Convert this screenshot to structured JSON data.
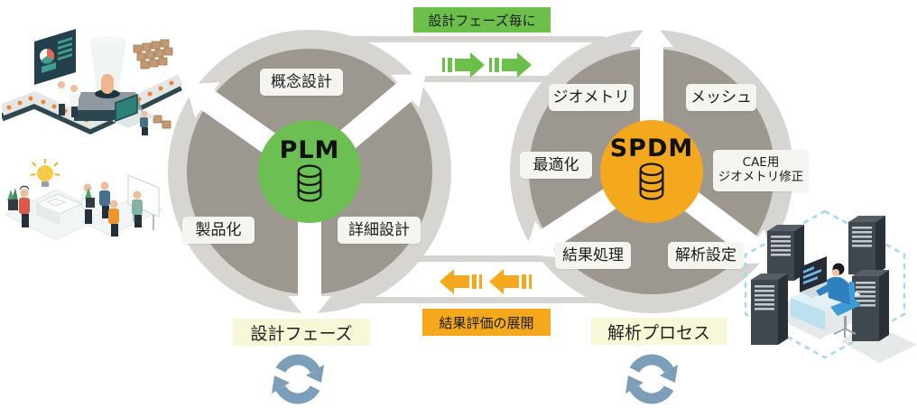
{
  "plm": {
    "center_label": "PLM",
    "center_color": "#6CBF52",
    "center_icon": "database-icon",
    "phases": [
      {
        "label": "概念設計",
        "position": "top"
      },
      {
        "label": "製品化",
        "position": "bottom-left"
      },
      {
        "label": "詳細設計",
        "position": "bottom-right"
      }
    ],
    "caption": "設計フェーズ",
    "caption_icon": "cycle-icon"
  },
  "spdm": {
    "center_label": "SPDM",
    "center_color": "#F3A81D",
    "center_icon": "database-icon",
    "phases": [
      {
        "label": "ジオメトリ",
        "position": "top-left"
      },
      {
        "label": "メッシュ",
        "position": "top-right"
      },
      {
        "label": "最適化",
        "position": "left"
      },
      {
        "label": "CAE用 ジオメトリ修正",
        "label_line1": "CAE用",
        "label_line2": "ジオメトリ修正",
        "position": "right"
      },
      {
        "label": "結果処理",
        "position": "bottom-left"
      },
      {
        "label": "解析設定",
        "position": "bottom-right"
      }
    ],
    "caption": "解析プロセス",
    "caption_icon": "cycle-icon"
  },
  "flows": {
    "top": {
      "label": "設計フェーズ毎に",
      "direction": "right",
      "color": "#6CBF4B",
      "icon": "double-arrow-right-icon"
    },
    "bottom": {
      "label": "結果評価の展開",
      "direction": "left",
      "color": "#F5A81C",
      "icon": "double-arrow-left-icon"
    }
  },
  "colors": {
    "ring_outer": "#D7D5D1",
    "ring_inner": "#9C9890",
    "chip_bg": "#F4F4F1",
    "caption_bg": "#F8F8D8",
    "cycle_icon_blue": "#7D9EB8",
    "text": "#1C1C1C",
    "background": "#FFFFFF"
  },
  "illustrations": [
    {
      "name": "factory-illustration",
      "description": "isometric factory line with conveyor, monitor dashboard, workers and boxes"
    },
    {
      "name": "collaboration-illustration",
      "description": "isometric teams discussing around desk and whiteboard with idea lightbulb"
    },
    {
      "name": "server-room-illustration",
      "description": "isometric HPC server racks with engineer at workstation inside dashed hexagon"
    }
  ]
}
